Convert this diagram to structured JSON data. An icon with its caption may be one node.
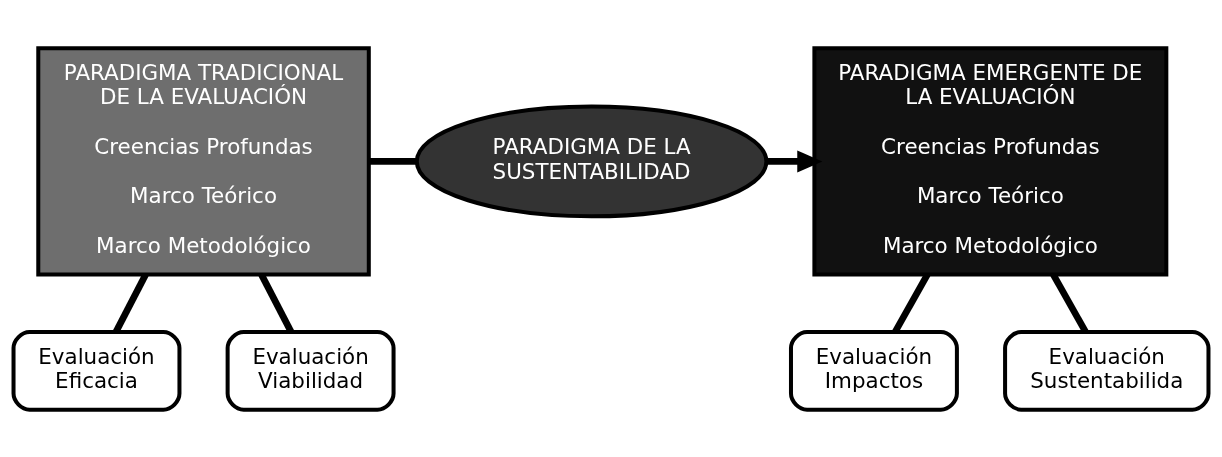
{
  "diagram": {
    "nodes": [
      {
        "text": [
          "PARADIGMA TRADICIONAL DE LA EVALUACIÓN",
          "Creencias Profundas",
          "Marco Teórico",
          "Marco Metodológico"
        ]
      },
      {
        "text": [
          "PARADIGMA DE LA SUSTENTABILIDAD"
        ]
      },
      {
        "text": [
          "PARADIGMA EMERGENTE DE LA EVALUACIÓN",
          "Creencias Profundas",
          "Marco Teórico",
          "Marco Metodológico"
        ]
      },
      {
        "text": [
          "Evaluación Eficacia"
        ]
      },
      {
        "text": [
          "Evaluación Viabilidad"
        ]
      },
      {
        "text": [
          "Evaluación Impactos"
        ]
      },
      {
        "text": [
          "Evaluación Sustentabilida"
        ]
      }
    ],
    "edges": [
      {
        "from": 0,
        "to": 1,
        "arrow": "none"
      },
      {
        "from": 1,
        "to": 2,
        "arrow": "to"
      },
      {
        "from": 0,
        "to": 3,
        "arrow": "none"
      },
      {
        "from": 0,
        "to": 4,
        "arrow": "none"
      },
      {
        "from": 2,
        "to": 5,
        "arrow": "none"
      },
      {
        "from": 2,
        "to": 6,
        "arrow": "none"
      }
    ]
  }
}
